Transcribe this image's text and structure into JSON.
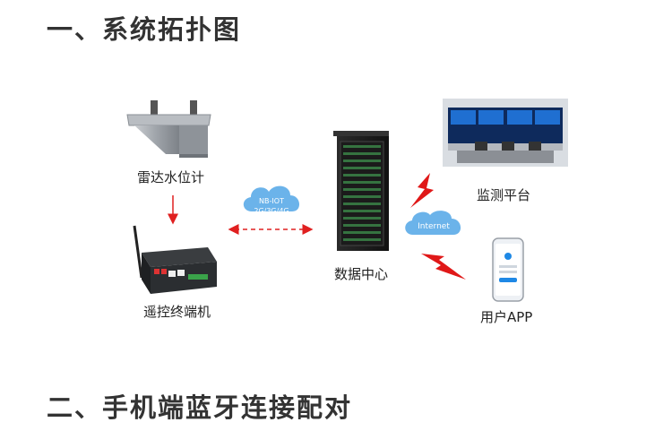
{
  "headings": {
    "section1": "一、系统拓扑图",
    "section2": "二、手机端蓝牙连接配对"
  },
  "nodes": {
    "radar": "雷达水位计",
    "terminal": "遥控终端机",
    "datacenter": "数据中心",
    "monitor": "监测平台",
    "app": "用户APP"
  },
  "links": {
    "wireless_line1": "NB-IOT",
    "wireless_line2": "2G/3G/4G",
    "internet": "Internet"
  },
  "colors": {
    "heading": "#333333",
    "arrow": "#e02020",
    "cloud": "#5aa9e6",
    "lightning": "#e01818"
  }
}
